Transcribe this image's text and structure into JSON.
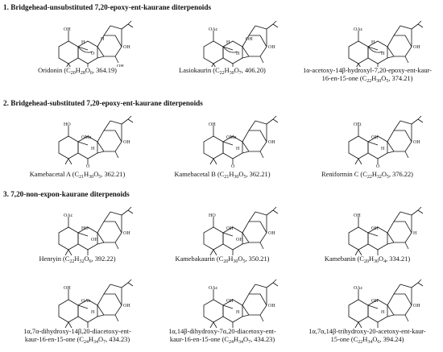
{
  "sections": [
    {
      "title": "1. Bridgehead-unsubstituted 7,20-epoxy-ent-kaurane diterpenoids",
      "compounds": [
        {
          "name": "Oridonin (C",
          "formula_sub_parts": [
            [
              "C",
              "20"
            ],
            [
              "H",
              "28"
            ],
            [
              "O",
              "6"
            ]
          ],
          "caption": "Oridonin (C20H28O6, 364.19)",
          "labels": [
            "OH",
            "H",
            "OH",
            "OH",
            "O",
            "H",
            "OH"
          ]
        },
        {
          "caption": "Lasiokaurin (C22H30O7, 406.20)",
          "labels": [
            "OAc",
            "H",
            "OH",
            "O",
            "H",
            "OH"
          ]
        },
        {
          "caption": "1α-acetoxy-14β-hydroxyl-7,20-epoxy-ent-kaur-\n16-en-15-one (C22H30O5, 374.21)",
          "labels": [
            "OAc",
            "H",
            "OH",
            "O",
            "H"
          ]
        }
      ]
    },
    {
      "title": "2. Bridgehead-substituted 7,20-epoxy-ent-kaurane diterpenoids",
      "compounds": [
        {
          "caption": "Kamebacetal A (C21H30O5, 362.21)",
          "labels": [
            "HO",
            "OMe",
            "OH",
            "O",
            "H"
          ]
        },
        {
          "caption": "Kamebacetal B (C21H30O5, 362.21)",
          "labels": [
            "OH",
            "OMe",
            "OH",
            "O",
            "H"
          ]
        },
        {
          "caption": "Reniformin C (C22H32O5, 376.22)",
          "labels": [
            "OEt",
            "OH",
            "OH",
            "O",
            "H"
          ]
        }
      ]
    },
    {
      "title": "3. 7,20-non-expon-kaurane diterpenoids",
      "compounds": [
        {
          "caption": "Henryin (C22H32O6, 392.22)",
          "labels": [
            "OAc",
            "HO",
            "OH",
            "H",
            "OH"
          ]
        },
        {
          "caption": "Kamebakaurin (C20H30O5, 350.21)",
          "labels": [
            "HO",
            "OH",
            "OH",
            "H",
            "OH"
          ]
        },
        {
          "caption": "Kamebanin (C20H30O4, 334.21)",
          "labels": [
            "OH",
            "OH",
            "H",
            "OH"
          ]
        },
        {
          "caption": "1α,7α-dihydroxy-14β,20-diacetoxy-ent-\nkaur-16-en-15-one (C24H34O7, 434.23)",
          "labels": [
            "OH",
            "OAc",
            "OH",
            "OAc",
            "H"
          ]
        },
        {
          "caption": "1α,14β-dihydroxy-7α,20-diacetoxy-ent-\nkaur-16-en-15-one (C24H34O7, 434.23)",
          "labels": [
            "OAc",
            "OH",
            "OH",
            "OAc",
            "H"
          ]
        },
        {
          "caption": "1α,7α,14β-trihydroxy-20-acetoxy-ent-kaur-\n15-one (C22H34O6, 394.24)",
          "labels": [
            "OAc",
            "OH",
            "OH",
            "OH",
            "H"
          ]
        }
      ]
    }
  ]
}
